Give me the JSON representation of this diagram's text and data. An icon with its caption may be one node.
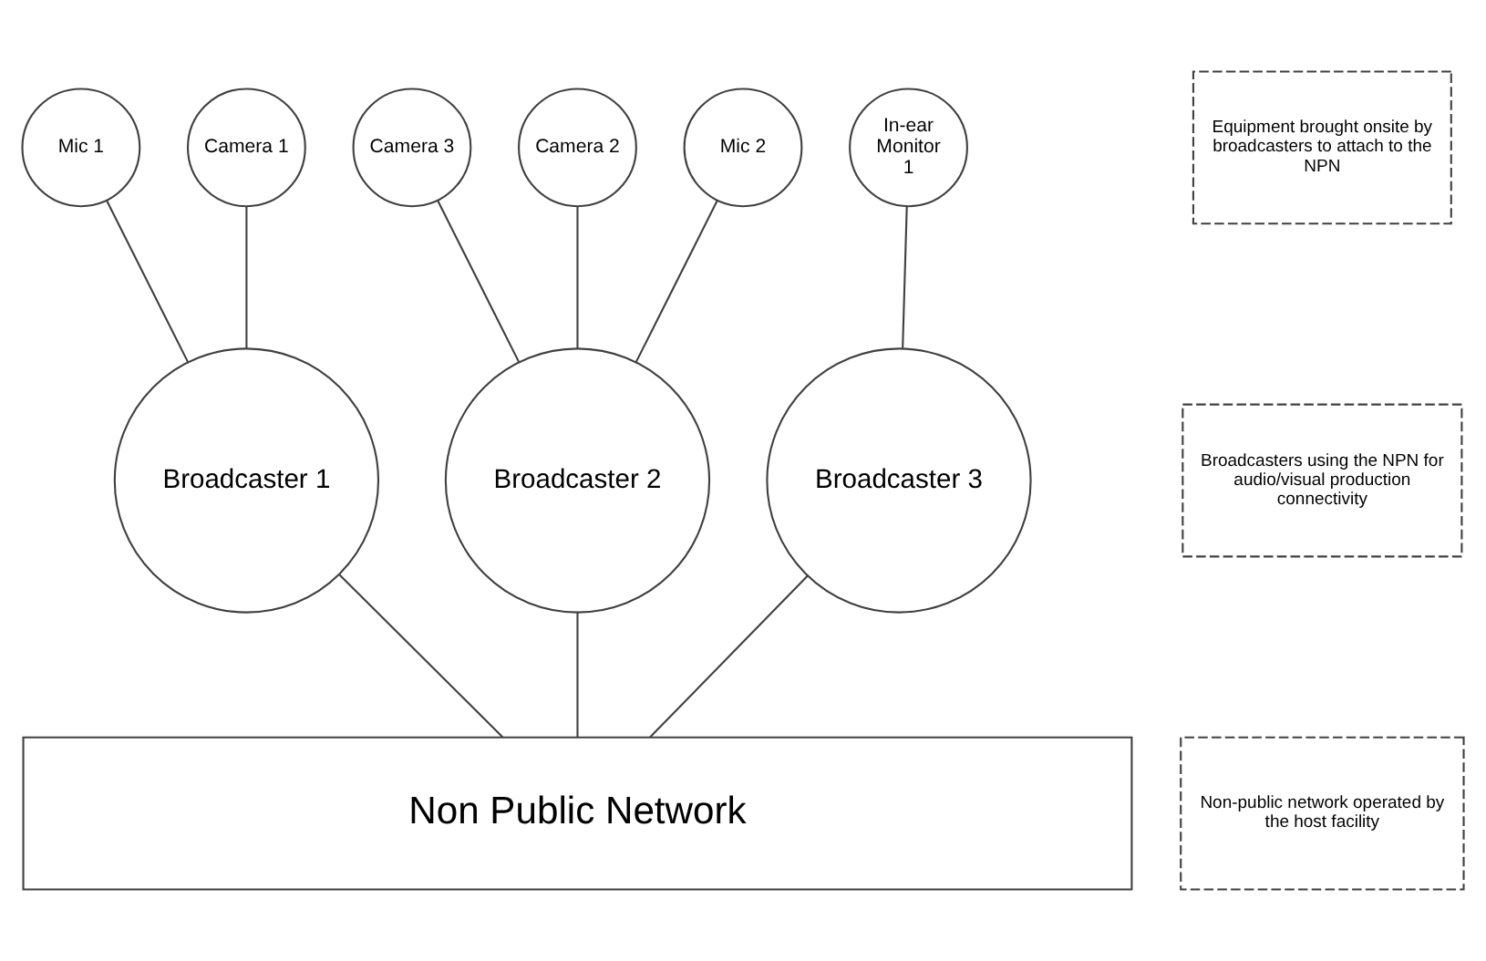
{
  "diagram": {
    "nodes": [
      {
        "text": [
          "Mic 1"
        ]
      },
      {
        "text": [
          "Camera 3"
        ]
      },
      {
        "text": [
          "Camera 1"
        ]
      },
      {
        "text": [
          "Camera 2"
        ]
      },
      {
        "text": [
          "Mic 2"
        ]
      },
      {
        "text": [
          "In-ear Monitor 1"
        ]
      },
      {
        "text": [
          "Equipment brought onsite by broadcasters to attach to the NPN"
        ]
      },
      {
        "text": [
          "Broadcaster 1"
        ]
      },
      {
        "text": [
          "Broadcaster 2"
        ]
      },
      {
        "text": [
          "Broadcaster 3"
        ]
      },
      {
        "text": [
          "Broadcasters using the NPN for audio/visual production connectivity"
        ]
      },
      {
        "text": [
          "Non Public Network"
        ]
      },
      {
        "text": [
          "Non-public network operated by the host facility"
        ]
      }
    ],
    "edges": [
      {
        "from": 2,
        "to": 7,
        "arrow": "none"
      },
      {
        "from": 0,
        "to": 7,
        "arrow": "none"
      },
      {
        "from": 3,
        "to": 8,
        "arrow": "none"
      },
      {
        "from": 1,
        "to": 8,
        "arrow": "none"
      },
      {
        "from": 4,
        "to": 8,
        "arrow": "none"
      },
      {
        "from": 5,
        "to": 9,
        "arrow": "none"
      },
      {
        "from": 7,
        "to": 11,
        "arrow": "none"
      },
      {
        "from": 8,
        "to": 11,
        "arrow": "none"
      },
      {
        "from": 9,
        "to": 11,
        "arrow": "none"
      }
    ]
  }
}
